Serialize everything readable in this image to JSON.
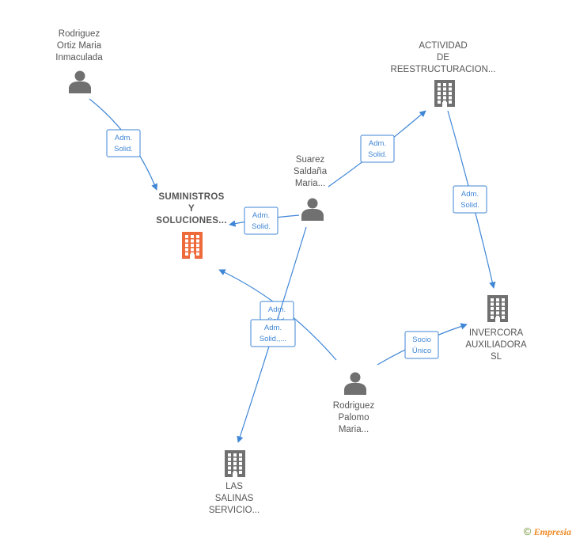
{
  "colors": {
    "edge": "#3f86d6",
    "node_icon": "#707070",
    "focus_icon": "#ee6a3b",
    "label": "#555555"
  },
  "nodes": [
    {
      "id": "n_rodriguez_ortiz",
      "kind": "person",
      "lines": [
        "Rodriguez",
        "Ortiz Maria",
        "Inmaculada"
      ]
    },
    {
      "id": "n_actividad",
      "kind": "company",
      "lines": [
        "ACTIVIDAD",
        "DE",
        "REESTRUCTURACION..."
      ]
    },
    {
      "id": "n_suarez",
      "kind": "person",
      "lines": [
        "Suarez",
        "Saldaña",
        "Maria..."
      ]
    },
    {
      "id": "n_suministros",
      "kind": "company",
      "focus": true,
      "lines": [
        "SUMINISTROS",
        "Y",
        "SOLUCIONES..."
      ]
    },
    {
      "id": "n_invercora",
      "kind": "company",
      "lines": [
        "INVERCORA",
        "AUXILIADORA",
        "SL"
      ]
    },
    {
      "id": "n_rodriguez_palomo",
      "kind": "person",
      "lines": [
        "Rodriguez",
        "Palomo",
        "Maria..."
      ]
    },
    {
      "id": "n_salinas",
      "kind": "company",
      "lines": [
        "LAS",
        "SALINAS",
        "SERVICIO..."
      ]
    }
  ],
  "edges": [
    {
      "from": "n_rodriguez_ortiz",
      "to": "n_suministros",
      "lines": [
        "Adm.",
        "Solid."
      ]
    },
    {
      "from": "n_suarez",
      "to": "n_actividad",
      "lines": [
        "Adm.",
        "Solid."
      ]
    },
    {
      "from": "n_suarez",
      "to": "n_suministros",
      "lines": [
        "Adm.",
        "Solid."
      ]
    },
    {
      "from": "n_actividad",
      "to": "n_invercora",
      "lines": [
        "Adm.",
        "Solid."
      ]
    },
    {
      "from": "n_rodriguez_palomo",
      "to": "n_suministros",
      "lines": [
        "Adm.",
        "Solid."
      ]
    },
    {
      "from": "n_suarez",
      "to": "n_salinas",
      "lines": [
        "Adm.",
        "Solid.,..."
      ]
    },
    {
      "from": "n_rodriguez_palomo",
      "to": "n_invercora",
      "lines": [
        "Socio",
        "Único"
      ]
    }
  ],
  "credit": {
    "copyright": "©",
    "brand": "Empresia"
  }
}
